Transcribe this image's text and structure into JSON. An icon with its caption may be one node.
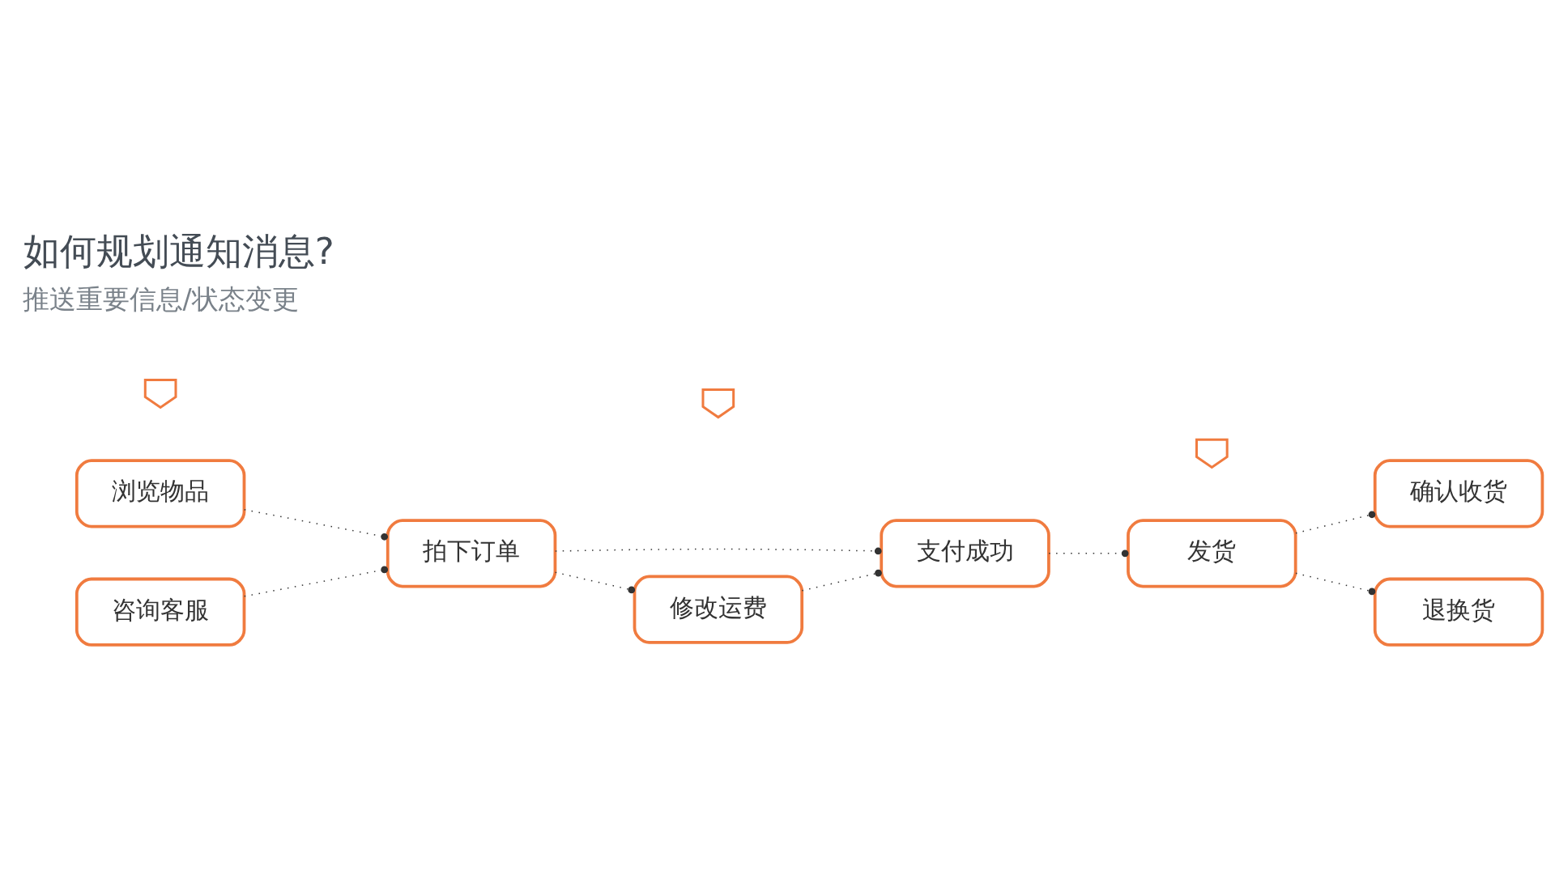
{
  "diagram": {
    "title": "如何规划通知消息?",
    "nodes": [
      {
        "text": [
          "浏览物品"
        ]
      },
      {
        "text": [
          "咨询客服"
        ]
      },
      {
        "text": [
          "拍下订单"
        ]
      },
      {
        "text": [
          "支付成功"
        ]
      },
      {
        "text": [
          "修改运费"
        ]
      },
      {
        "text": [
          "发货"
        ]
      },
      {
        "text": [
          "确认收货"
        ]
      },
      {
        "text": [
          "退换货"
        ]
      },
      {
        "text": [],
        "shape": "bell"
      },
      {
        "text": [],
        "shape": "bell"
      },
      {
        "text": [],
        "shape": "bell"
      }
    ],
    "edges": [
      {
        "from": 0,
        "to": 2,
        "arrow": "other",
        "style": "dashed"
      },
      {
        "from": 1,
        "to": 2,
        "arrow": "other",
        "style": "dashed"
      },
      {
        "from": 2,
        "to": 3,
        "arrow": "other",
        "style": "dashed"
      },
      {
        "from": 2,
        "to": 4,
        "arrow": "other",
        "style": "dashed"
      },
      {
        "from": 4,
        "to": 3,
        "arrow": "other",
        "style": "dashed"
      },
      {
        "from": 3,
        "to": 5,
        "arrow": "other",
        "style": "dashed"
      },
      {
        "from": 5,
        "to": 6,
        "arrow": "other",
        "style": "dashed"
      },
      {
        "from": 5,
        "to": 7,
        "arrow": "other",
        "style": "dashed"
      }
    ],
    "labels": [
      "推送重要信息/状态变更"
    ]
  }
}
